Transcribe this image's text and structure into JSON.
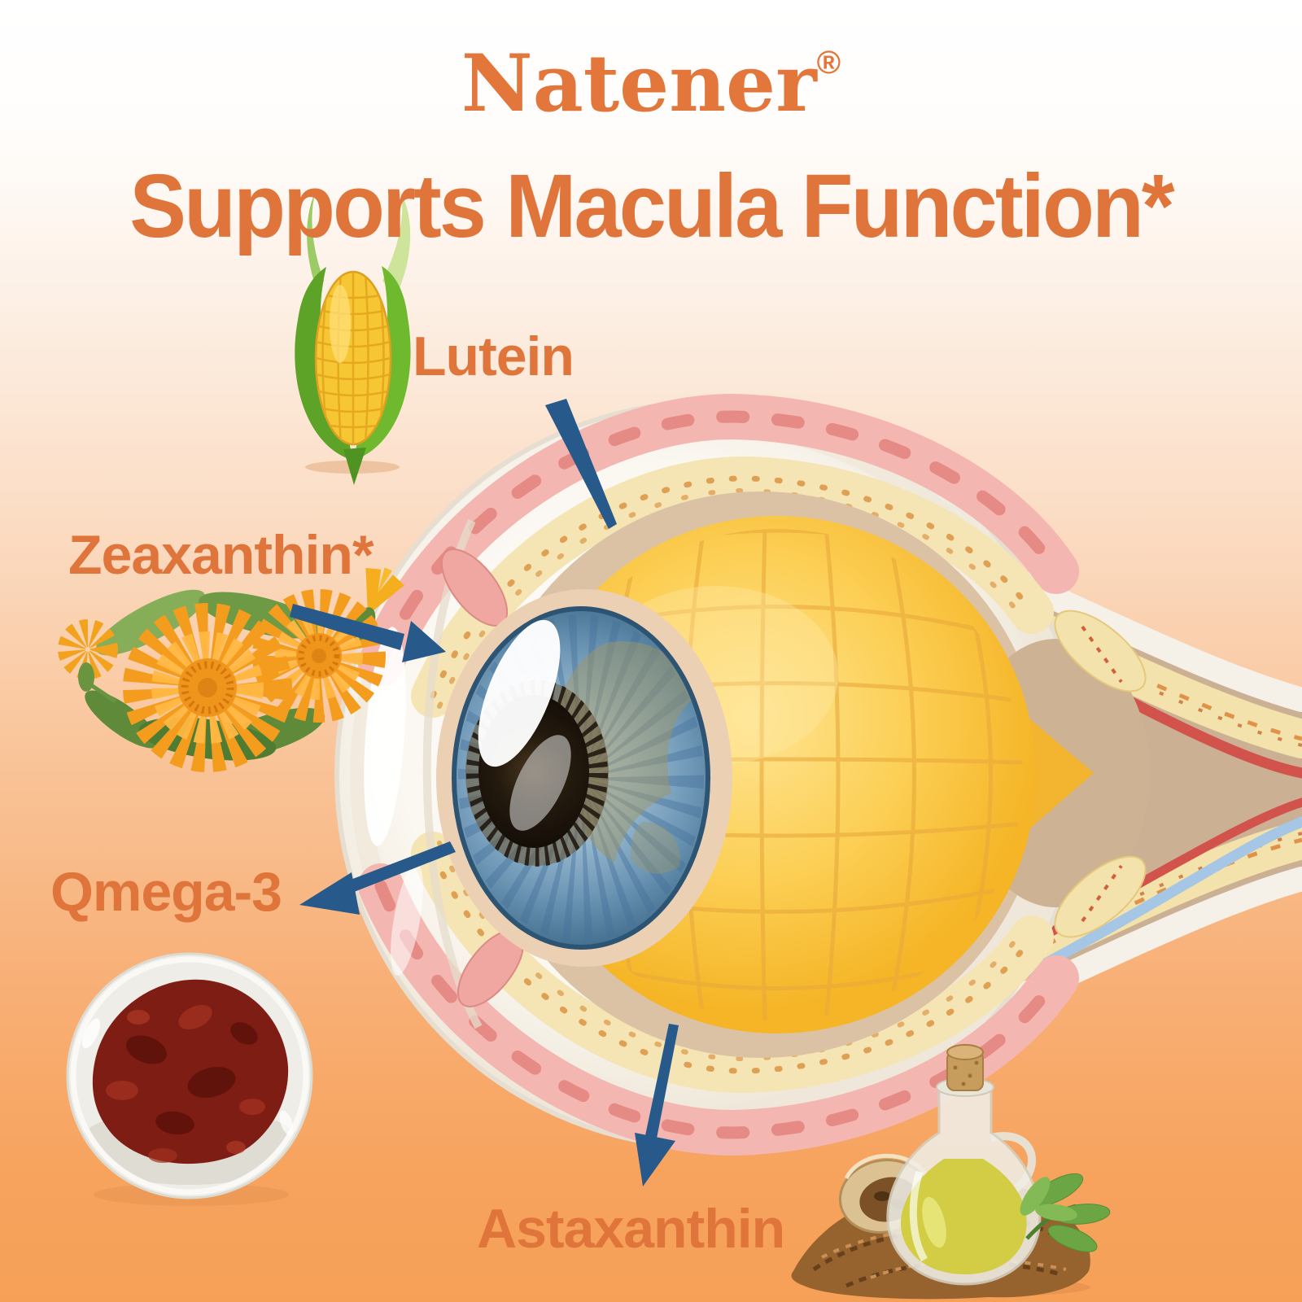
{
  "brand": {
    "name": "Natener",
    "registered_mark": "®"
  },
  "headline": "Supports Macula Function*",
  "ingredients": {
    "lutein": {
      "label": "Lutein",
      "icon": "corn-cob-icon"
    },
    "zeaxanthin": {
      "label": "Zeaxanthin*",
      "icon": "marigold-flowers-icon"
    },
    "omega3": {
      "label": "Qmega-3",
      "icon": "red-powder-dish-icon"
    },
    "astaxanthin": {
      "label": "Astaxanthin",
      "icon": "flaxseed-oil-bottle-icon"
    }
  },
  "diagram": {
    "subject": "human-eye-cross-section-with-optic-nerve"
  },
  "colors": {
    "accent_orange": "#e0753b",
    "arrow_blue": "#27598b",
    "background_top": "#ffffff",
    "background_bottom": "#f6a057",
    "vitreous_yellow": "#f8bc26",
    "sclera_white": "#f5f0e7",
    "band_pink": "#f4b6b1",
    "band_cream": "#f3e2ac",
    "powder_red": "#7d1d13"
  }
}
